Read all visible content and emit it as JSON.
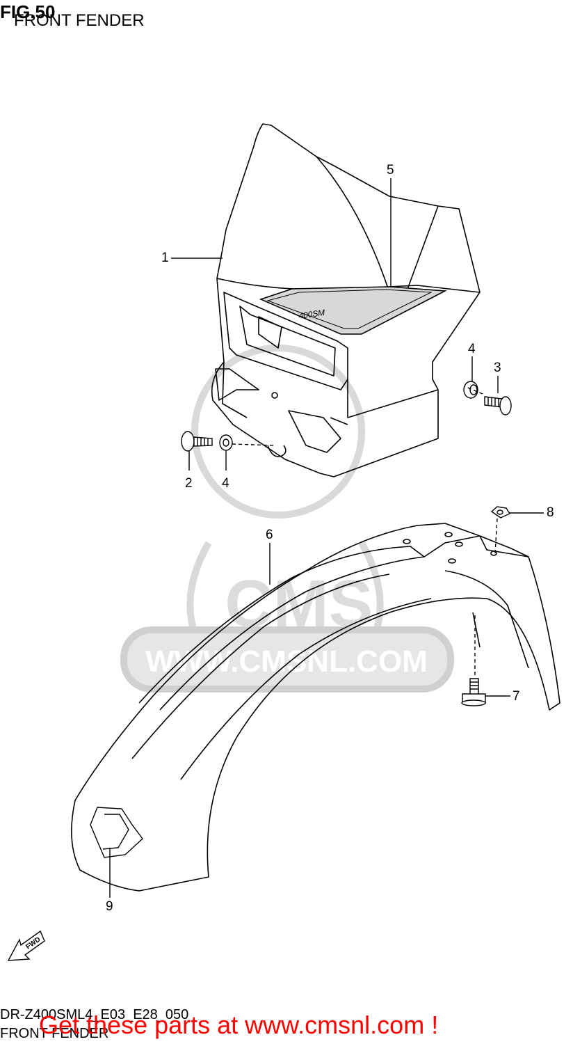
{
  "figure": {
    "title": "FIG.50",
    "subtitle": "FRONT FENDER"
  },
  "watermark": {
    "brand": "CMS",
    "url": "WWW.CMSNL.COM"
  },
  "callouts": [
    {
      "id": "1",
      "label": "1"
    },
    {
      "id": "2",
      "label": "2"
    },
    {
      "id": "3",
      "label": "3"
    },
    {
      "id": "4a",
      "label": "4"
    },
    {
      "id": "4b",
      "label": "4"
    },
    {
      "id": "5",
      "label": "5"
    },
    {
      "id": "6",
      "label": "6"
    },
    {
      "id": "7",
      "label": "7"
    },
    {
      "id": "8",
      "label": "8"
    },
    {
      "id": "9",
      "label": "9"
    }
  ],
  "fwd_arrow": {
    "label": "FWD"
  },
  "footer": {
    "code": "DR-Z400SML4_E03_E28_050",
    "subtitle": "FRONT FENDER",
    "promo": "Get these parts at www.cmsnl.com !"
  }
}
